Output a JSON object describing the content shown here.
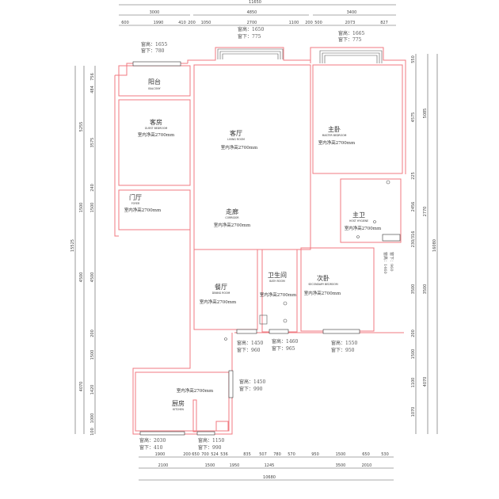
{
  "dimensions": {
    "top_total": "11650",
    "top_mid": [
      "3000",
      "4850",
      "3400"
    ],
    "top_detail": [
      "600",
      "1990",
      "410",
      "200",
      "1050",
      "2700",
      "1100",
      "200",
      "500",
      "2073",
      "827"
    ],
    "bottom_detail": [
      "1900",
      "200",
      "650",
      "700",
      "524",
      "536",
      "835",
      "507",
      "780",
      "570",
      "950",
      "1500",
      "650",
      "530"
    ],
    "bottom_mid": [
      "2100",
      "1500",
      "1950",
      "1245",
      "3500",
      "2010"
    ],
    "bottom_total": "10680",
    "left_total": "15525",
    "left_mid": [
      "5255",
      "1500",
      "4500",
      "4070"
    ],
    "left_detail": [
      "756",
      "484",
      "3575",
      "240",
      "1500",
      "4500",
      "200",
      "1500",
      "1420",
      "1000",
      "100"
    ],
    "right_total": "16080",
    "right_mid": [
      "5085",
      "2770",
      "3500",
      "4070"
    ],
    "right_detail": [
      "550",
      "4575",
      "225",
      "2456",
      "230/316",
      "3500",
      "200",
      "1500",
      "1100",
      "1070"
    ]
  },
  "windows": [
    {
      "height": "窗高：1655",
      "sill": "窗下：780"
    },
    {
      "height": "窗高：1650",
      "sill": "窗下：775"
    },
    {
      "height": "窗高：1665",
      "sill": "窗下：775"
    },
    {
      "height": "窗高：1450",
      "sill": "窗下：960"
    },
    {
      "height": "窗高：1460",
      "sill": "窗下：965"
    },
    {
      "height": "窗高：1550",
      "sill": "窗下：950"
    },
    {
      "height": "窗高：1450",
      "sill": "窗下：990"
    },
    {
      "height": "窗高：2030",
      "sill": "窗下：410"
    },
    {
      "height": "窗高：1150",
      "sill": "窗下：990"
    },
    {
      "height": "窗高：1460",
      "sill": "窗下：960"
    }
  ],
  "ceiling_height": "室内净高2700mm",
  "rooms": [
    {
      "cn": "阳台",
      "en": "BALCONY"
    },
    {
      "cn": "客房",
      "en": "GUEST BEDROOM"
    },
    {
      "cn": "客厅",
      "en": "LIVING ROOM"
    },
    {
      "cn": "主卧",
      "en": "MASTER BEDROOM"
    },
    {
      "cn": "门厅",
      "en": "FOYER"
    },
    {
      "cn": "走廊",
      "en": "CORRIDOR"
    },
    {
      "cn": "主卫",
      "en": "HOST HYGIENE"
    },
    {
      "cn": "餐厅",
      "en": "DINING ROOM"
    },
    {
      "cn": "卫生间",
      "en": "BATH ROOM"
    },
    {
      "cn": "次卧",
      "en": "SECONDARY BEDROOM"
    },
    {
      "cn": "厨房",
      "en": "KITCHEN"
    }
  ]
}
